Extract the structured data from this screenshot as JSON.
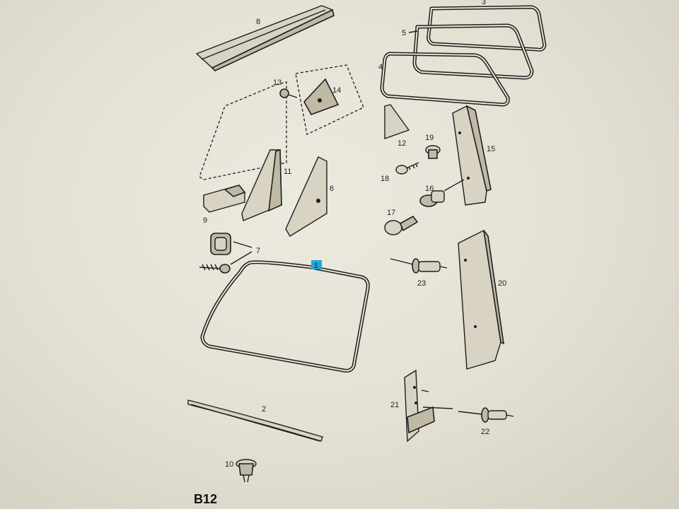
{
  "diagram": {
    "page_code": "B12",
    "highlight_color": "#1fa6d6",
    "parts": [
      {
        "id": "1",
        "name": "windshield-seal",
        "highlighted": true
      },
      {
        "id": "2",
        "name": "windshield-molding-strip"
      },
      {
        "id": "3",
        "name": "rear-window-seal-outer"
      },
      {
        "id": "4",
        "name": "rear-window-seal-inner"
      },
      {
        "id": "5",
        "name": "rear-window-seal-middle"
      },
      {
        "id": "6",
        "name": "triangle-trim-panel"
      },
      {
        "id": "7",
        "name": "clip-and-screw"
      },
      {
        "id": "8",
        "name": "roof-strip"
      },
      {
        "id": "9",
        "name": "mounting-bracket"
      },
      {
        "id": "10",
        "name": "push-clip"
      },
      {
        "id": "11",
        "name": "quarter-trim-panel"
      },
      {
        "id": "12",
        "name": "small-triangle-trim"
      },
      {
        "id": "13",
        "name": "screw"
      },
      {
        "id": "14",
        "name": "quarter-glass-triangle"
      },
      {
        "id": "15",
        "name": "pillar-trim-upper"
      },
      {
        "id": "16",
        "name": "grommet"
      },
      {
        "id": "17",
        "name": "push-fastener-large"
      },
      {
        "id": "18",
        "name": "push-fastener-small"
      },
      {
        "id": "19",
        "name": "rivet-nut"
      },
      {
        "id": "20",
        "name": "pillar-trim-lower"
      },
      {
        "id": "21",
        "name": "bracket"
      },
      {
        "id": "22",
        "name": "pin-fastener"
      },
      {
        "id": "23",
        "name": "stud-fastener"
      }
    ]
  }
}
